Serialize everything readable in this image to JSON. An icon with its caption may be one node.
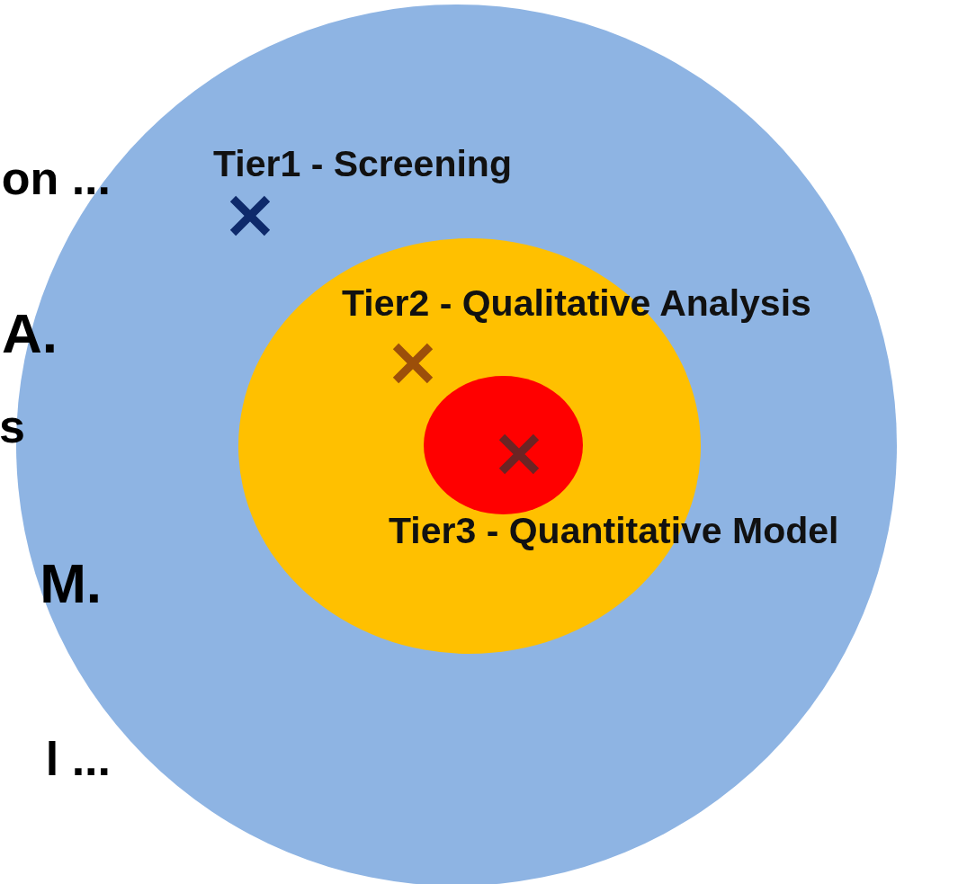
{
  "diagram": {
    "nodes": [
      {
        "text": [
          "Tier1 - Screening"
        ]
      },
      {
        "text": [
          "Tier2 - Qualitative Analysis"
        ],
        "in": 0
      },
      {
        "text": [
          "Tier3 - Quantitative Model"
        ],
        "in": 1
      }
    ],
    "labels": [
      "on ...",
      "A.",
      "s",
      "M.",
      "l ..."
    ]
  }
}
